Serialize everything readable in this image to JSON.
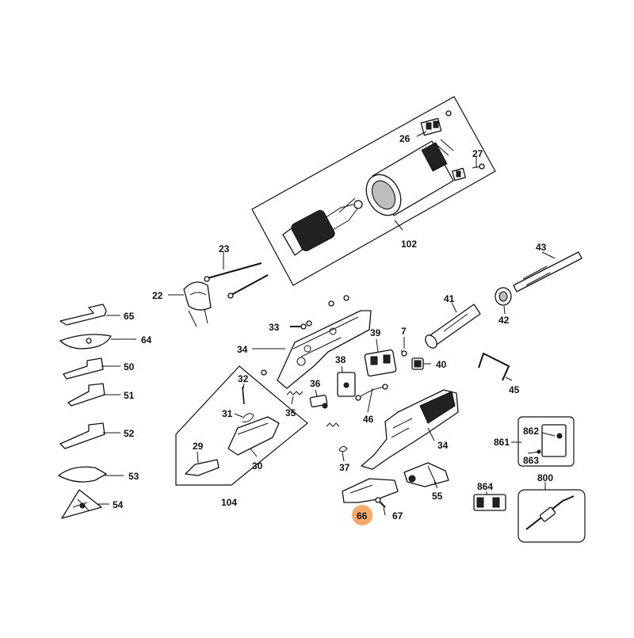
{
  "labels": {
    "l102": "102",
    "l26": "26",
    "l27": "27",
    "l23": "23",
    "l22": "22",
    "l43": "43",
    "l41": "41",
    "l42": "42",
    "l65": "65",
    "l64": "64",
    "l50": "50",
    "l51": "51",
    "l52": "52",
    "l53": "53",
    "l54": "54",
    "l33": "33",
    "l34a": "34",
    "l39": "39",
    "l7": "7",
    "l40": "40",
    "l38": "38",
    "l32": "32",
    "l36": "36",
    "l35": "35",
    "l31": "31",
    "l46": "46",
    "l45": "45",
    "l29": "29",
    "l30": "30",
    "l104": "104",
    "l34b": "34",
    "l37": "37",
    "l55": "55",
    "l66": "66",
    "l67": "67",
    "l861": "861",
    "l862": "862",
    "l863": "863",
    "l864": "864",
    "l800": "800"
  },
  "highlight": {
    "part": "66",
    "color": "#f5a96a"
  }
}
